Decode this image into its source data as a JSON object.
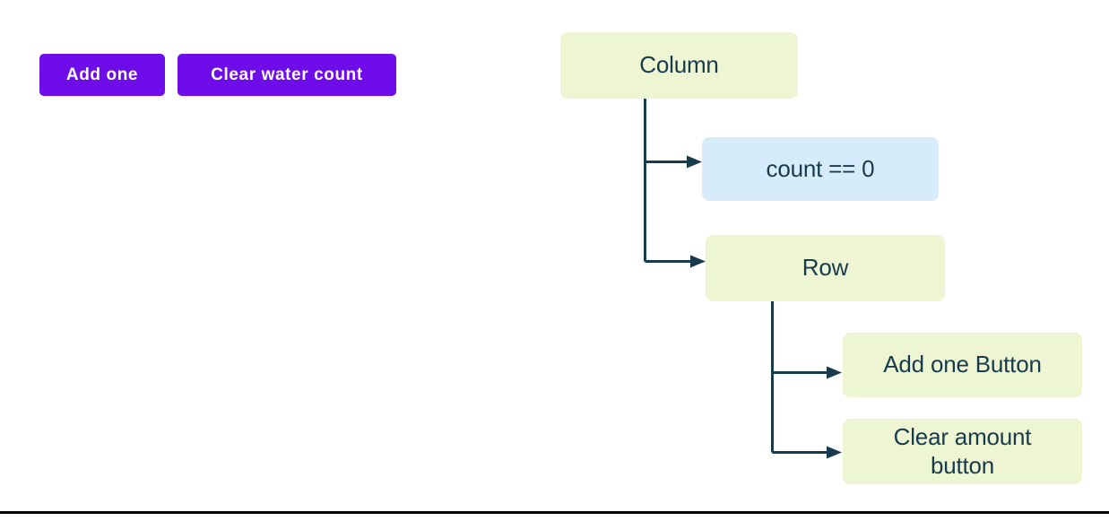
{
  "app_preview": {
    "buttons": [
      {
        "label": "Add one"
      },
      {
        "label": "Clear water count"
      }
    ]
  },
  "widget_tree": {
    "nodes": [
      {
        "id": "column",
        "label": "Column",
        "kind": "widget"
      },
      {
        "id": "condition",
        "label": "count == 0",
        "kind": "state"
      },
      {
        "id": "row",
        "label": "Row",
        "kind": "widget"
      },
      {
        "id": "add-one-button",
        "label": "Add one Button",
        "kind": "widget"
      },
      {
        "id": "clear-amount-button",
        "label": "Clear amount button",
        "kind": "widget"
      }
    ]
  },
  "colors": {
    "button_bg": "#6e0de9",
    "button_text": "#ffffff",
    "widget_node_bg": "#edf5d2",
    "state_node_bg": "#d6ecfa",
    "connector": "#173a4d",
    "node_text": "#173a4d",
    "bottom_rule": "#000000",
    "background": "#ffffff"
  }
}
